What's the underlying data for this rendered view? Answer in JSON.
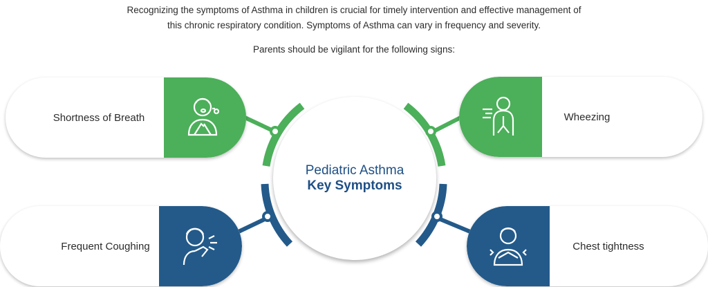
{
  "intro": {
    "line1": "Recognizing the symptoms of Asthma in children is crucial for timely intervention and effective management of",
    "line2": "this chronic respiratory condition. Symptoms of Asthma can vary in frequency and severity.",
    "subheading": "Parents should be vigilant for the following signs:"
  },
  "center": {
    "title": "Pediatric Asthma",
    "subtitle": "Key Symptoms"
  },
  "symptoms": [
    {
      "label": "Shortness of Breath",
      "icon": "child-breathless-icon",
      "color": "#4caf5a"
    },
    {
      "label": "Wheezing",
      "icon": "lungs-wheezing-icon",
      "color": "#4caf5a"
    },
    {
      "label": "Frequent Coughing",
      "icon": "child-coughing-icon",
      "color": "#235a8a"
    },
    {
      "label": "Chest tightness",
      "icon": "chest-tightness-icon",
      "color": "#235a8a"
    }
  ]
}
